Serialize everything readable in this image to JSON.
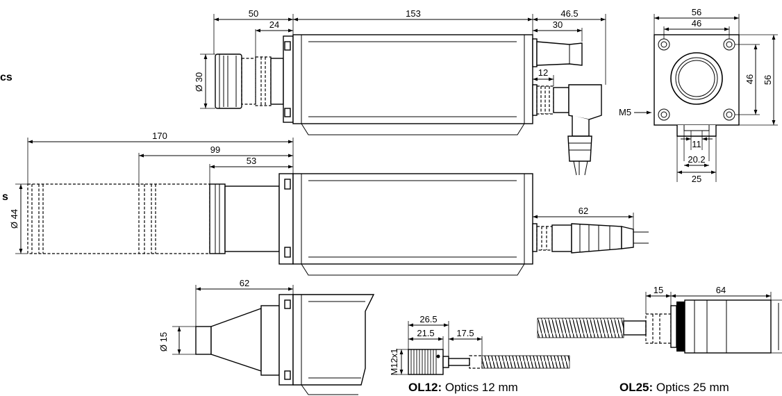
{
  "side_labels": {
    "a": "cs",
    "b": "s"
  },
  "top": {
    "d50": "50",
    "d24": "24",
    "d153": "153",
    "d46_5": "46.5",
    "d30": "30",
    "d12": "12",
    "dia30": "Ø 30"
  },
  "front": {
    "d56w": "56",
    "d46w": "46",
    "d46h": "46",
    "d56h": "56",
    "m5": "M5",
    "d11": "11",
    "d20_2": "20.2",
    "d25": "25"
  },
  "mid": {
    "d170": "170",
    "d99": "99",
    "d53": "53",
    "d62": "62",
    "dia44": "Ø 44"
  },
  "bottom": {
    "d62": "62",
    "dia15": "Ø 15"
  },
  "ol12": {
    "d26_5": "26.5",
    "d21_5": "21.5",
    "d17_5": "17.5",
    "m12": "M12x1",
    "cap_bold": "OL12:",
    "cap_rest": " Optics 12 mm"
  },
  "ol25": {
    "d15": "15",
    "d64": "64",
    "cap_bold": "OL25:",
    "cap_rest": " Optics 25 mm"
  }
}
